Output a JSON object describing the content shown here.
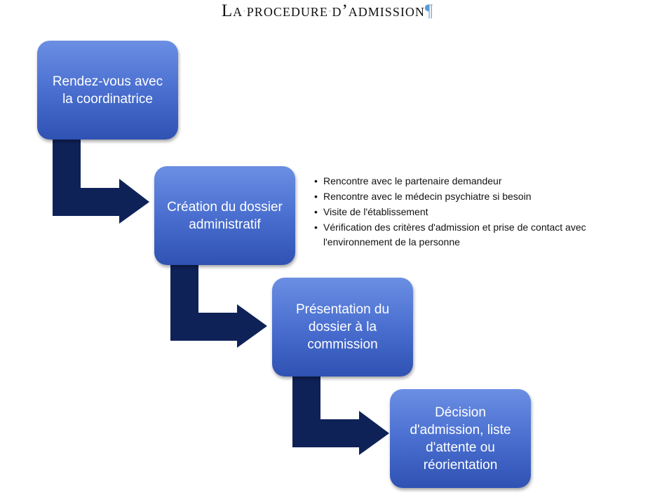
{
  "title": {
    "word_la": "La",
    "word_procedure": "procedure",
    "word_admission": "d’admission",
    "separator": "·",
    "pilcrow": "¶"
  },
  "steps": [
    {
      "label": "Rendez-vous avec la coordinatrice"
    },
    {
      "label": "Création du dossier administratif"
    },
    {
      "label": "Présentation du dossier à la commission"
    },
    {
      "label": "Décision d'admission, liste d'attente  ou réorientation"
    }
  ],
  "notes": [
    "Rencontre avec le partenaire demandeur",
    "Rencontre avec le médecin psychiatre si besoin",
    "Visite de l'établissement",
    "Vérification des critères d'admission et prise de contact avec l'environnement de la personne"
  ],
  "colors": {
    "step_fill": "#4a6fd0",
    "arrow_fill": "#0f2258",
    "pilcrow": "#5b9bd5"
  }
}
